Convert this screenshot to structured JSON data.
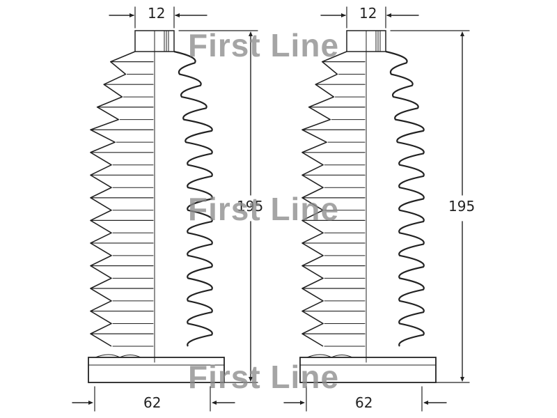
{
  "dimensions": {
    "left_top": "12",
    "right_top": "12",
    "left_height": "195",
    "right_height": "195",
    "left_bottom": "62",
    "right_bottom": "62"
  },
  "watermark": {
    "text_top": "First Line",
    "text_mid": "First Line",
    "text_bottom": "First Line"
  },
  "colors": {
    "line": "#222222",
    "watermark": "#8c8c8c",
    "background": "#ffffff"
  }
}
